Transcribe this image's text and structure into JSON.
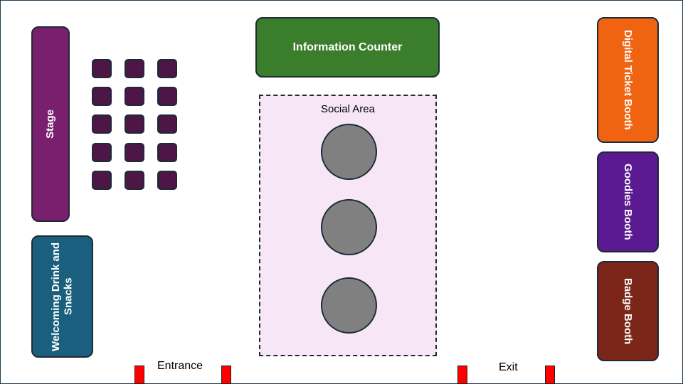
{
  "areas": {
    "stage": "Stage",
    "welcome_drink": "Welcoming Drink and Snacks",
    "information_counter": "Information Counter",
    "social_area": "Social Area",
    "digital_ticket_booth": "Digital Ticket Booth",
    "goodies_booth": "Goodies Booth",
    "badge_booth": "Badge Booth"
  },
  "doors": {
    "entrance": "Entrance",
    "exit": "Exit"
  },
  "colors": {
    "stage": "#7a1f6e",
    "welcome_drink": "#1a5f7d",
    "information_counter": "#3a7d2a",
    "digital_ticket_booth": "#f06411",
    "goodies_booth": "#5b1a91",
    "badge_booth": "#7b2618",
    "seats": "#4e1547",
    "social_area_fill": "#f6e6f6",
    "tables": "#808080",
    "doors": "#ff0000"
  }
}
